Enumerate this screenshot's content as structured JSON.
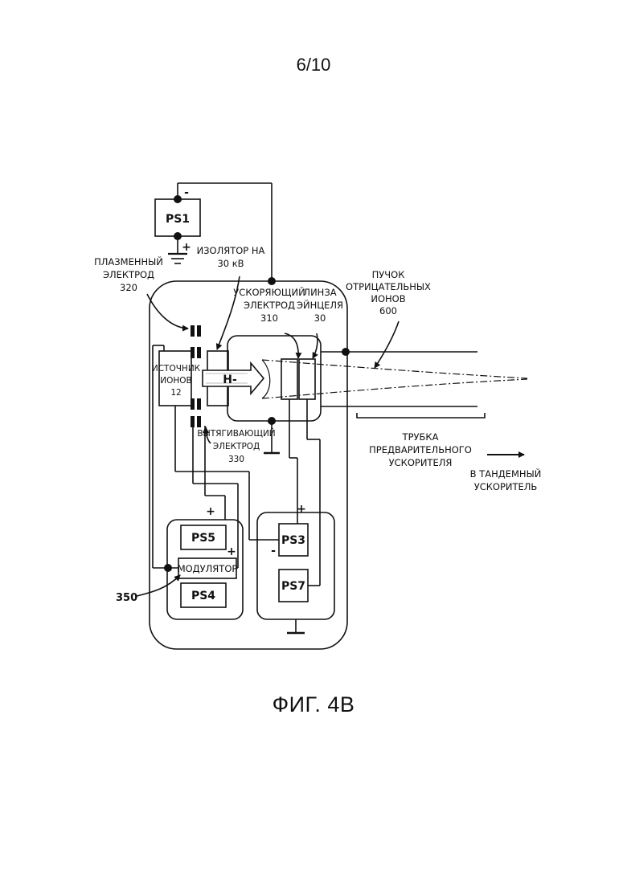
{
  "page_number": "6/10",
  "figure_caption": "ФИГ. 4В",
  "blocks": {
    "ps1": "PS1",
    "ps3": "PS3",
    "ps4": "PS4",
    "ps5": "PS5",
    "ps7": "PS7",
    "modulator": "МОДУЛЯТОР",
    "h_minus": "H-"
  },
  "polarity": {
    "ps1_top": "-",
    "ps1_bottom": "+",
    "ps5_plus": "+",
    "modulator_plus": "+",
    "ps3_plus": "+",
    "ps3_minus": "-"
  },
  "labels": {
    "plasma_electrode": [
      "ПЛАЗМЕННЫЙ",
      "ЭЛЕКТРОД",
      "320"
    ],
    "insulator": [
      "ИЗОЛЯТОР НА",
      "30 кВ"
    ],
    "accel_electrode": [
      "УСКОРЯЮЩИЙ",
      "ЭЛЕКТРОД",
      "310"
    ],
    "einzel_lens": [
      "ЛИНЗА",
      "ЭЙНЦЕЛЯ",
      "30"
    ],
    "neg_ion_beam": [
      "ПУЧОК",
      "ОТРИЦАТЕЛЬНЫХ",
      "ИОНОВ",
      "600"
    ],
    "ion_source": [
      "ИСТОЧНИК",
      "ИОНОВ",
      "12"
    ],
    "extraction_electrode": [
      "ВЫТЯГИВАЮЩИЙ",
      "ЭЛЕКТРОД",
      "330"
    ],
    "preaccel_tube": [
      "ТРУБКА",
      "ПРЕДВАРИТЕЛЬНОГО",
      "УСКОРИТЕЛЯ"
    ],
    "to_tandem": [
      "В ТАНДЕМНЫЙ",
      "УСКОРИТЕЛЬ"
    ],
    "ref_350": "350"
  }
}
